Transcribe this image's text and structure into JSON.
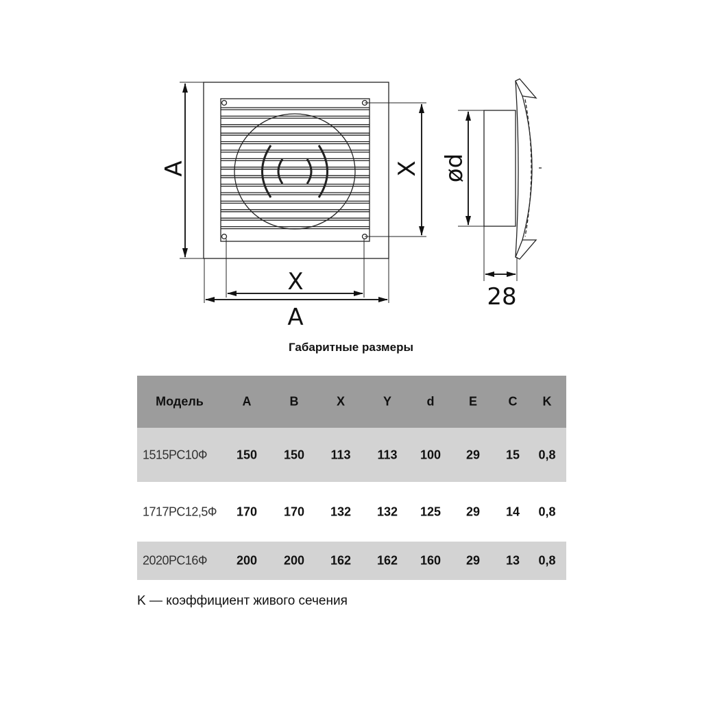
{
  "drawing": {
    "labels": {
      "a_vertical": "A",
      "a_horizontal": "A",
      "x_vertical": "X",
      "x_horizontal": "X",
      "diameter": "ød",
      "depth": "28"
    }
  },
  "title": "Габаритные размеры",
  "table": {
    "headers": [
      "Модель",
      "A",
      "B",
      "X",
      "Y",
      "d",
      "E",
      "C",
      "K"
    ],
    "rows": [
      [
        "1515РС10Ф",
        "150",
        "150",
        "113",
        "113",
        "100",
        "29",
        "15",
        "0,8"
      ],
      [
        "1717РС12,5Ф",
        "170",
        "170",
        "132",
        "132",
        "125",
        "29",
        "14",
        "0,8"
      ],
      [
        "2020РС16Ф",
        "200",
        "200",
        "162",
        "162",
        "160",
        "29",
        "13",
        "0,8"
      ]
    ],
    "colors": {
      "header": "#9c9c9c",
      "stripe": "#d3d3d3"
    }
  },
  "note": "K — коэффициент живого сечения"
}
